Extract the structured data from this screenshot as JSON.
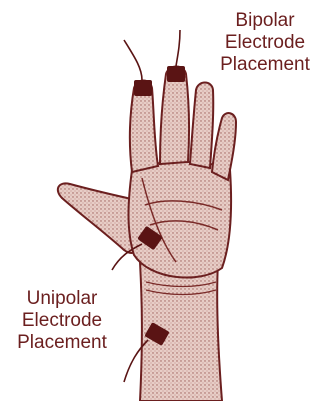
{
  "labels": {
    "bipolar": [
      "Bipolar",
      "Electrode",
      "Placement"
    ],
    "unipolar": [
      "Unipolar",
      "Electrode",
      "Placement"
    ]
  },
  "colors": {
    "ink": "#6b1f1f",
    "skin": "#d8b0a8",
    "skin_shade": "#b98a82",
    "electrode": "#5a1414",
    "text": "#6b1f1f"
  }
}
